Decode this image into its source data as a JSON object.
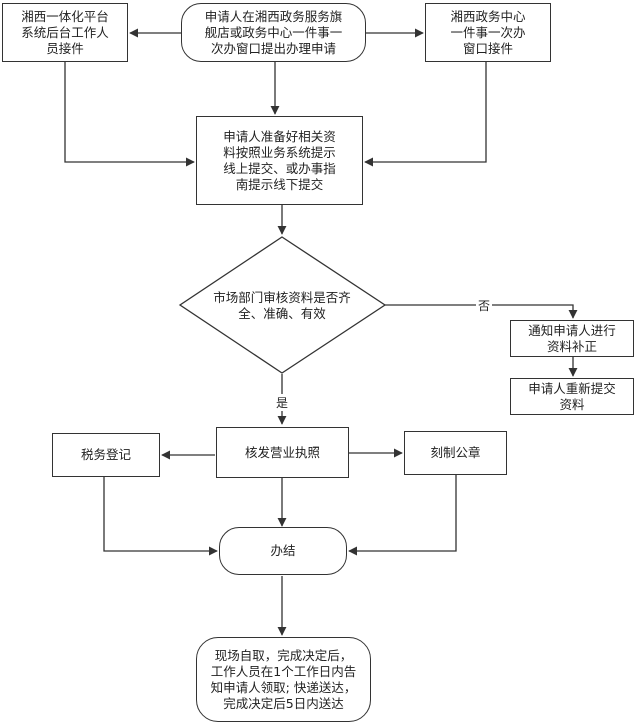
{
  "nodes": {
    "apply": "申请人在湘西政务服务旗\n舰店或政务中心一件事一\n次办窗口提出办理申请",
    "backend": "湘西一体化平台\n系统后台工作人\n员接件",
    "window": "湘西政务中心\n一件事一次办\n窗口接件",
    "prepare": "申请人准备好相关资\n料按照业务系统提示\n线上提交、或办事指\n南提示线下提交",
    "review": "市场部门审核资料是否齐\n全、准确、有效",
    "notify": "通知申请人进行\n资料补正",
    "resubmit": "申请人重新提交\n资料",
    "license": "核发营业执照",
    "tax": "税务登记",
    "seal": "刻制公章",
    "done": "办结",
    "delivery": "现场自取，完成决定后，\n工作人员在1个工作日内告\n知申请人领取; 快递送达，\n完成决定后5日内送达"
  },
  "labels": {
    "no": "否",
    "yes": "是"
  }
}
